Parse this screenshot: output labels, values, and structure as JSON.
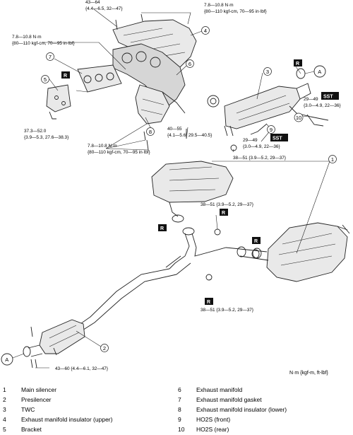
{
  "torque_labels": {
    "top_43_64_a": "43—64",
    "top_43_64_b": "{4.4—6.5, 32—47}",
    "top_right_a": "7.8—10.8 N·m",
    "top_right_b": "{80—110 kgf-cm, 70—95 in·lbf}",
    "left_a": "7.8—10.8 N·m",
    "left_b": "{80—110 kgf-cm, 70—95 in·lbf}",
    "bracket_a": "37.3—52.0",
    "bracket_b": "{3.9—5.3, 27.6—38.3}",
    "bottom_left_a": "7.8—10.8 N·m",
    "bottom_left_b": "{80—110 kgf-cm, 70—95 in·lbf}",
    "mid_40_55_a": "40—55",
    "mid_40_55_b": "{4.1—5.6, 29.5—40.5}",
    "sst_top_a": "29—49",
    "sst_top_b": "{3.0—4.9, 22—36}",
    "sst_mid_a": "29—49",
    "sst_mid_b": "{3.0—4.9, 22—36}",
    "flange_38_51_top": "38—51 {3.9—5.2, 29—37}",
    "flange_38_51_mid": "38—51 {3.9—5.2, 29—37}",
    "flange_38_51_low": "38—51 {3.9—5.2, 29—37}",
    "front_43_60": "43—60 {4.4—6.1, 32—47}"
  },
  "badges": {
    "replace": "R",
    "sst": "SST",
    "connector": "A"
  },
  "callouts": [
    "1",
    "2",
    "3",
    "4",
    "5",
    "6",
    "7",
    "8",
    "9",
    "10"
  ],
  "unit_note": "N·m {kgf-m, ft-lbf}",
  "legend": [
    {
      "num": "1",
      "label": "Main silencer"
    },
    {
      "num": "2",
      "label": "Presilencer"
    },
    {
      "num": "3",
      "label": "TWC"
    },
    {
      "num": "4",
      "label": "Exhaust manifold insulator (upper)"
    },
    {
      "num": "5",
      "label": "Bracket"
    },
    {
      "num": "6",
      "label": "Exhaust manifold"
    },
    {
      "num": "7",
      "label": "Exhaust manifold gasket"
    },
    {
      "num": "8",
      "label": "Exhaust manifold insulator (lower)"
    },
    {
      "num": "9",
      "label": "HO2S (front)"
    },
    {
      "num": "10",
      "label": "HO2S (rear)"
    }
  ]
}
